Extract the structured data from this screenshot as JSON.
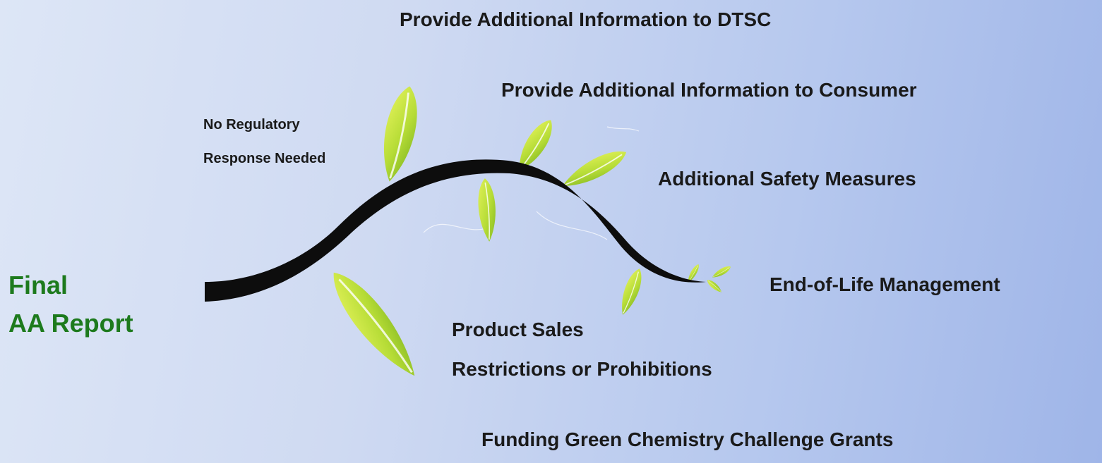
{
  "title": {
    "line1": "Final",
    "line2": "AA Report"
  },
  "responses": [
    {
      "text": "Provide Additional Information to DTSC"
    },
    {
      "text": "Provide Additional Information to Consumer"
    },
    {
      "text": "No Regulatory"
    },
    {
      "text": "Response Needed"
    },
    {
      "text": "Additional Safety Measures"
    },
    {
      "text": "End-of-Life Management"
    },
    {
      "text": "Product Sales"
    },
    {
      "text": "Restrictions or Prohibitions"
    },
    {
      "text": "Funding Green Chemistry Challenge Grants"
    }
  ],
  "colors": {
    "title_green": "#1d7a1d",
    "text_dark": "#1a1a1a",
    "vine": "#0d0d0d",
    "leaf_light": "#d7ec4a",
    "leaf_dark": "#7fb521"
  },
  "icons": [
    "vine-icon",
    "leaf-icon"
  ]
}
